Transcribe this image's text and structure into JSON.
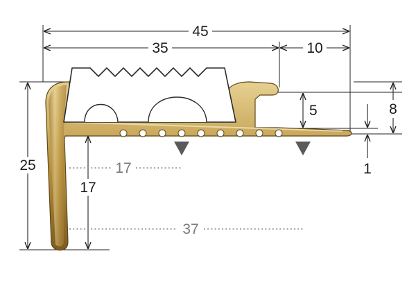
{
  "colors": {
    "profile_fill": "#b9913d",
    "profile_highlight": "#e4cf93",
    "profile_outline": "#5e4718",
    "insert_fill": "#ffffff",
    "insert_outline": "#2b2b2b",
    "dimension_line": "#222222",
    "dotted_line": "#8a8a8a",
    "marker": "#5a5a5a"
  },
  "dimensions": {
    "total_width": "45",
    "insert_width": "35",
    "lip_width": "10",
    "total_height": "25",
    "leg_height": "17",
    "slot_depth": "5",
    "profile_height": "8",
    "nose_thickness": "1",
    "dotted_upper": "17",
    "dotted_lower": "37"
  },
  "icons": {
    "anchor_marker_left": "triangle-down-icon",
    "anchor_marker_right": "triangle-down-icon"
  }
}
